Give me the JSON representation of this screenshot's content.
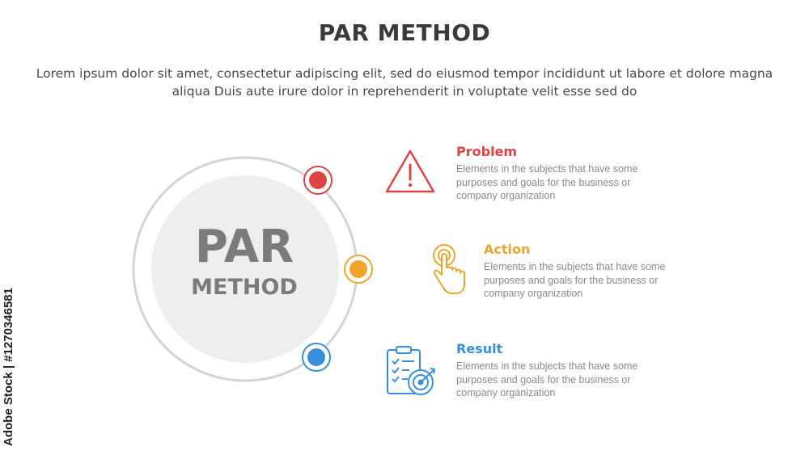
{
  "header": {
    "title": "PAR METHOD",
    "subtitle": "Lorem ipsum dolor sit amet, consectetur adipiscing elit, sed do eiusmod tempor incididunt ut labore et dolore magna aliqua Duis aute irure dolor in reprehenderit in voluptate velit esse sed do"
  },
  "center": {
    "line1": "PAR",
    "line2": "METHOD"
  },
  "items": [
    {
      "title": "Problem",
      "description": "Elements in the subjects that have some purposes and goals for the business or company organization",
      "color": "#e04343",
      "icon": "warning-icon"
    },
    {
      "title": "Action",
      "description": "Elements in the subjects that have some purposes and goals for the business or company organization",
      "color": "#f0a52a",
      "icon": "touch-hand-icon"
    },
    {
      "title": "Result",
      "description": "Elements in the subjects that have some purposes and goals for the business or company organization",
      "color": "#3a8fdc",
      "icon": "checklist-target-icon"
    }
  ],
  "watermark": {
    "side_text": "Adobe Stock | #1270346581"
  }
}
